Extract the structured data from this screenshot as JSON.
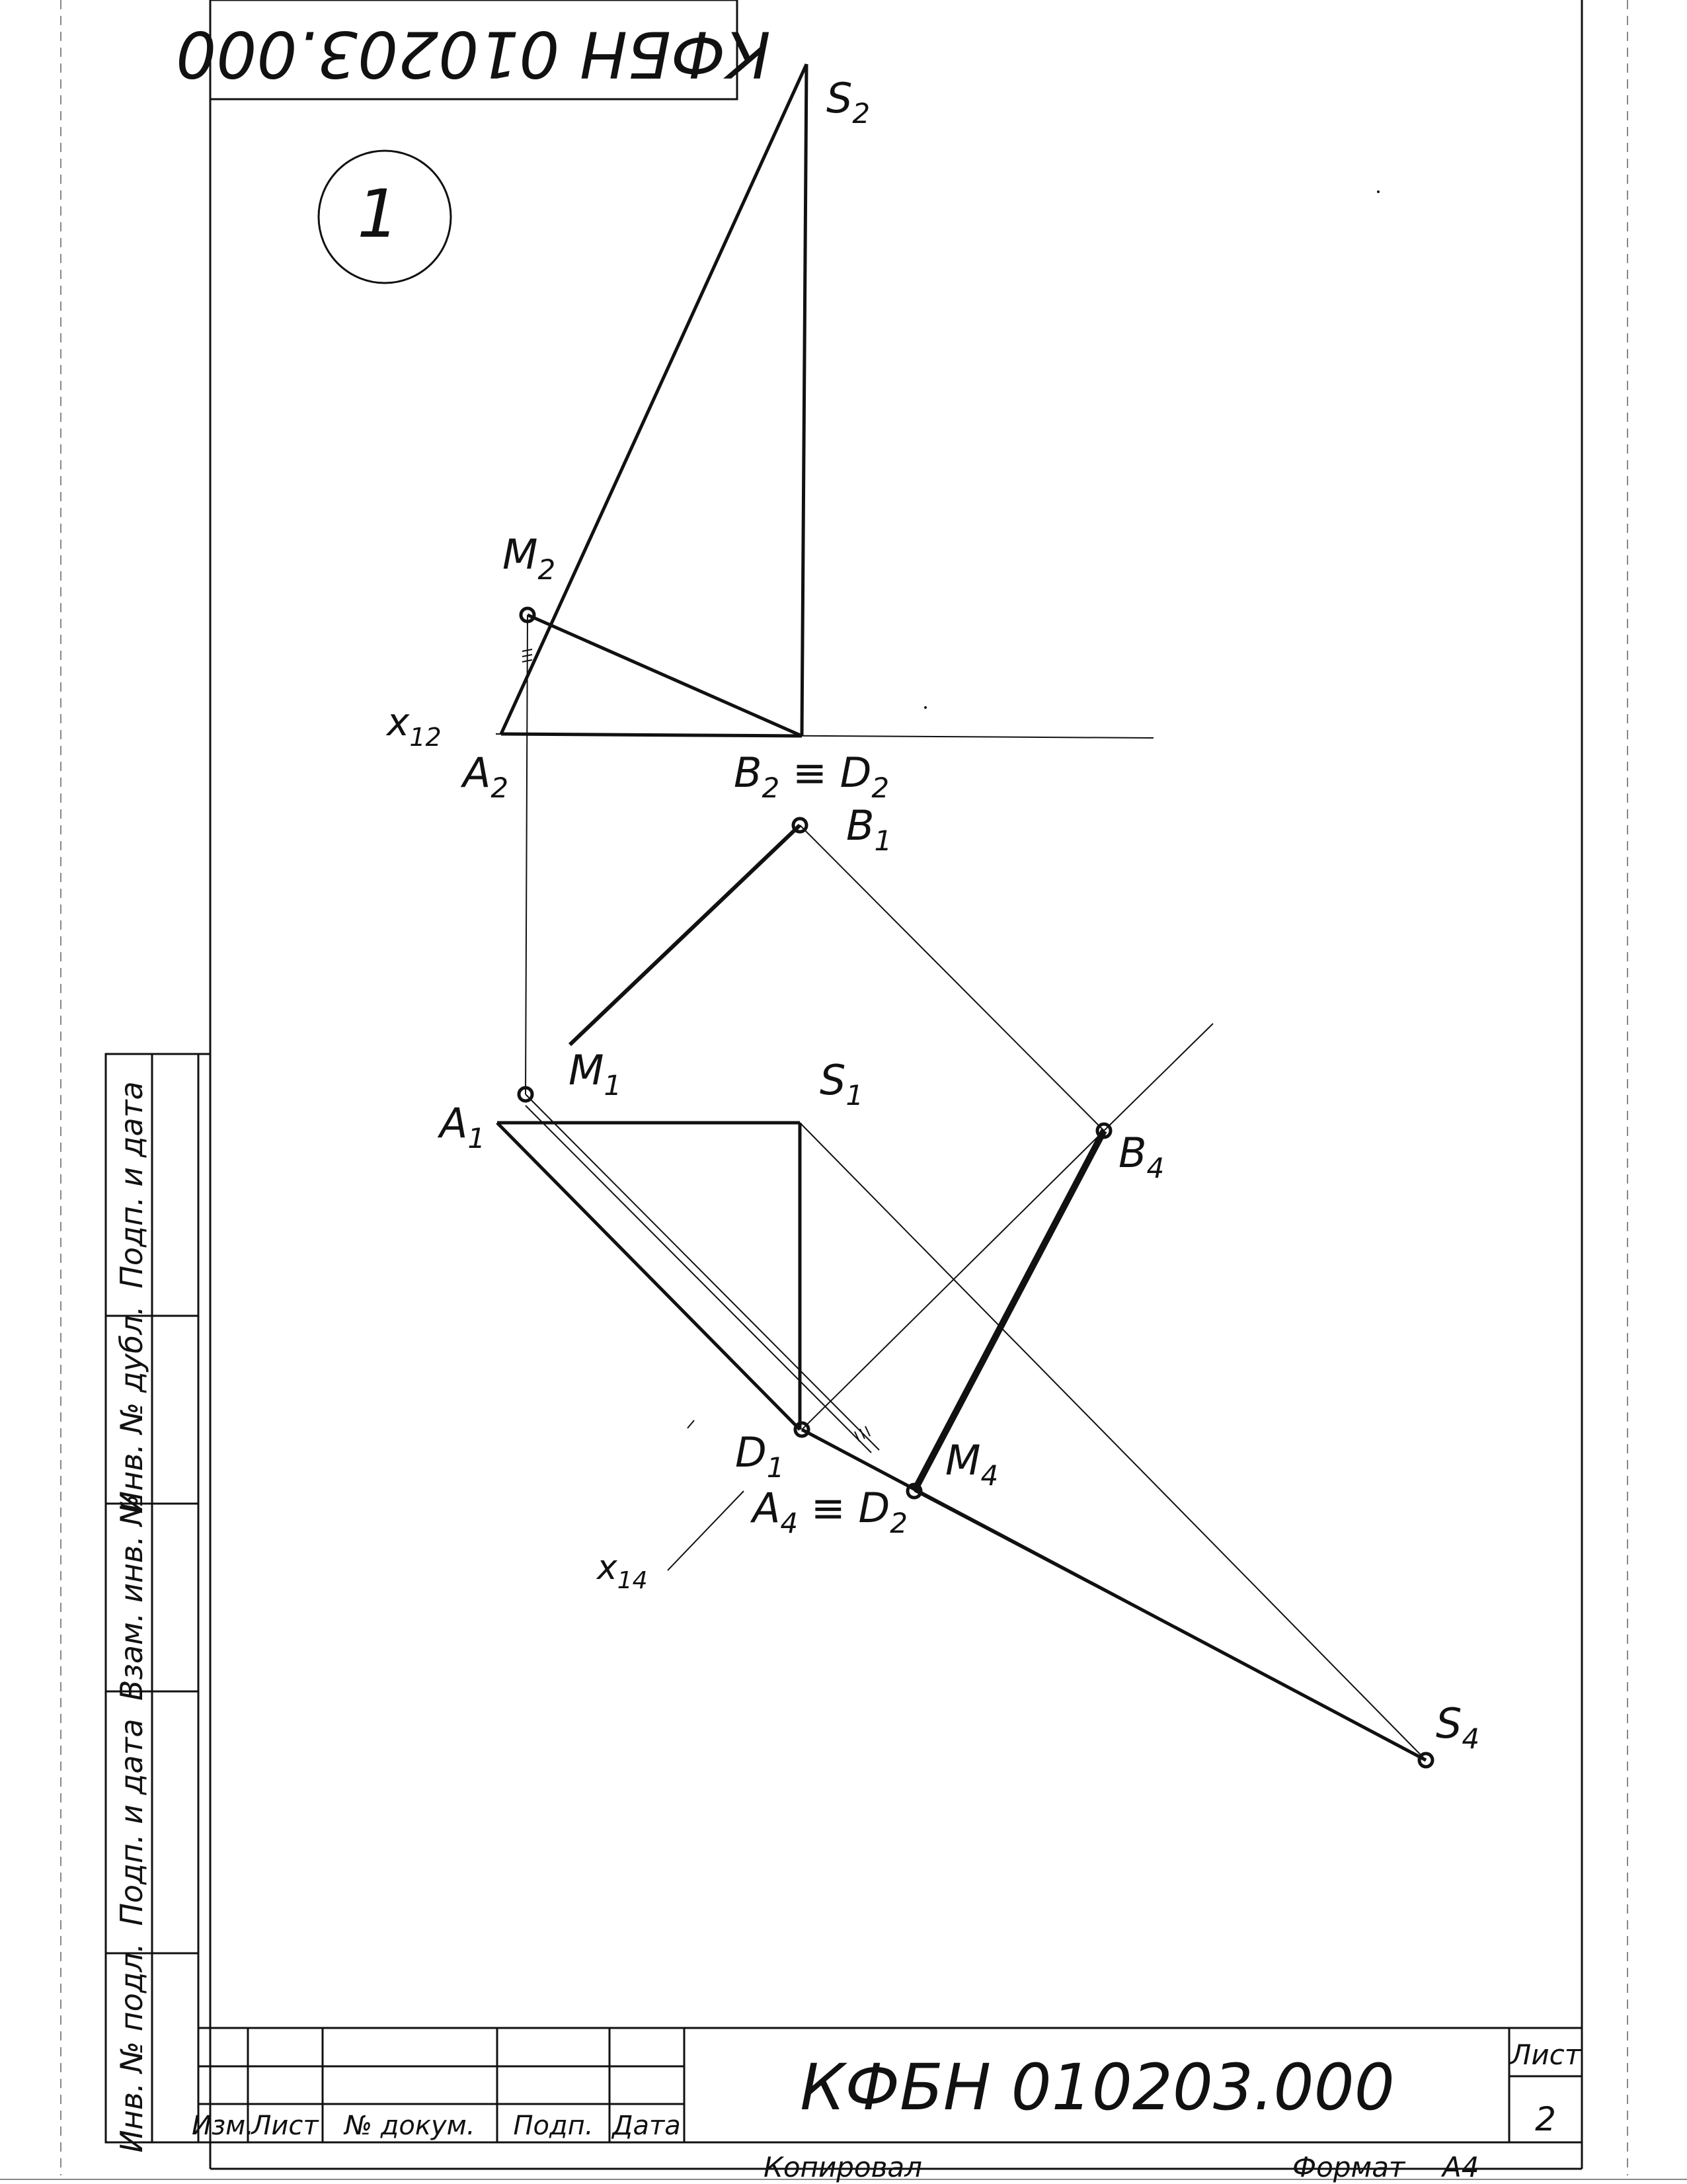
{
  "top_stamp": {
    "designation": "КФБН 010203.000"
  },
  "problem": {
    "number": "1"
  },
  "point_labels": {
    "S2": {
      "base": "S",
      "sub": "2"
    },
    "M2": {
      "base": "M",
      "sub": "2"
    },
    "x12": {
      "base": "x",
      "sub": "12"
    },
    "A2": {
      "base": "A",
      "sub": "2"
    },
    "B2D2": {
      "base": "B",
      "sub": "2",
      "mid": " ≡ D",
      "sub2": "2"
    },
    "B1": {
      "base": "B",
      "sub": "1"
    },
    "M1": {
      "base": "M",
      "sub": "1"
    },
    "S1": {
      "base": "S",
      "sub": "1"
    },
    "A1": {
      "base": "A",
      "sub": "1"
    },
    "B4": {
      "base": "B",
      "sub": "4"
    },
    "D1": {
      "base": "D",
      "sub": "1"
    },
    "M4": {
      "base": "M",
      "sub": "4"
    },
    "A4D2": {
      "base": "A",
      "sub": "4",
      "mid": " ≡ D",
      "sub2": "2"
    },
    "x14": {
      "base": "x",
      "sub": "14"
    },
    "S4": {
      "base": "S",
      "sub": "4"
    }
  },
  "side_stamp": [
    "Подп. и дата",
    "Инв. № дубл.",
    "Взам. инв. №",
    "Подп. и дата",
    "Инв. № подл."
  ],
  "title_block": {
    "columns": [
      "Изм.",
      "Лист",
      "№ докум.",
      "Подп.",
      "Дата"
    ],
    "designation": "КФБН 010203.000",
    "sheet_label": "Лист",
    "sheet_number": "2"
  },
  "footer": {
    "copied_label": "Копировал",
    "format_label": "Формат",
    "format_value": "А4"
  },
  "colors": {
    "ink": "#111111",
    "paper": "#ffffff"
  }
}
